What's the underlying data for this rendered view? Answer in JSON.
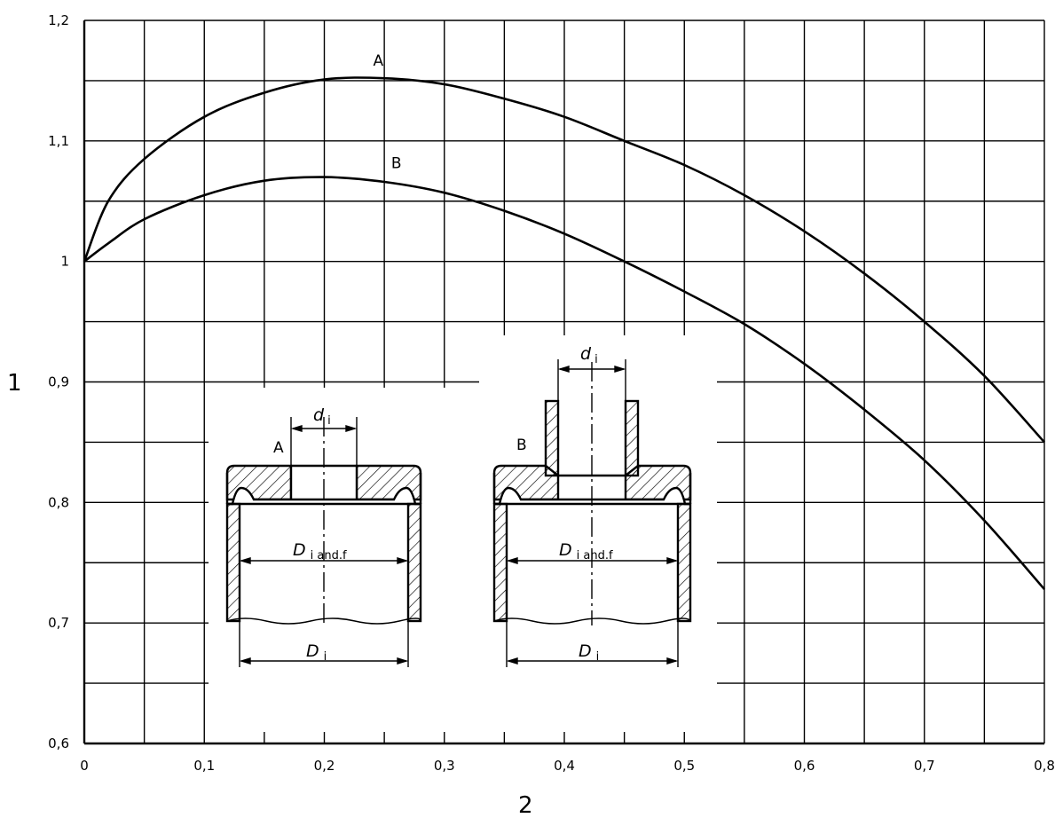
{
  "chart_data": {
    "type": "line",
    "xlabel": "2",
    "ylabel": "1",
    "xlim": [
      0,
      0.8
    ],
    "ylim": [
      0.6,
      1.2
    ],
    "grid": true,
    "x_ticks": [
      "0",
      "0,1",
      "0,2",
      "0,3",
      "0,4",
      "0,5",
      "0,6",
      "0,7",
      "0,8"
    ],
    "y_ticks": [
      "0,6",
      "0,7",
      "0,8",
      "0,9",
      "1",
      "1,1",
      "1,2"
    ],
    "series": [
      {
        "name": "A",
        "x": [
          0,
          0.02,
          0.05,
          0.1,
          0.15,
          0.2,
          0.25,
          0.3,
          0.35,
          0.4,
          0.45,
          0.5,
          0.55,
          0.6,
          0.65,
          0.7,
          0.75,
          0.8
        ],
        "y": [
          1.0,
          1.05,
          1.085,
          1.12,
          1.14,
          1.151,
          1.152,
          1.147,
          1.135,
          1.12,
          1.1,
          1.08,
          1.055,
          1.025,
          0.99,
          0.95,
          0.905,
          0.85
        ]
      },
      {
        "name": "B",
        "x": [
          0,
          0.02,
          0.05,
          0.1,
          0.15,
          0.2,
          0.25,
          0.3,
          0.35,
          0.4,
          0.45,
          0.5,
          0.55,
          0.6,
          0.65,
          0.7,
          0.75,
          0.8
        ],
        "y": [
          1.0,
          1.015,
          1.035,
          1.055,
          1.067,
          1.07,
          1.066,
          1.057,
          1.042,
          1.023,
          1.0,
          0.975,
          0.948,
          0.915,
          0.877,
          0.835,
          0.785,
          0.728
        ]
      }
    ]
  },
  "inset": {
    "a_label": "A",
    "b_label": "B",
    "d_symbol": "d",
    "d_sub": "i",
    "D_symbol": "D",
    "Dif_sub": "i and.f",
    "Di_sub": "i"
  }
}
